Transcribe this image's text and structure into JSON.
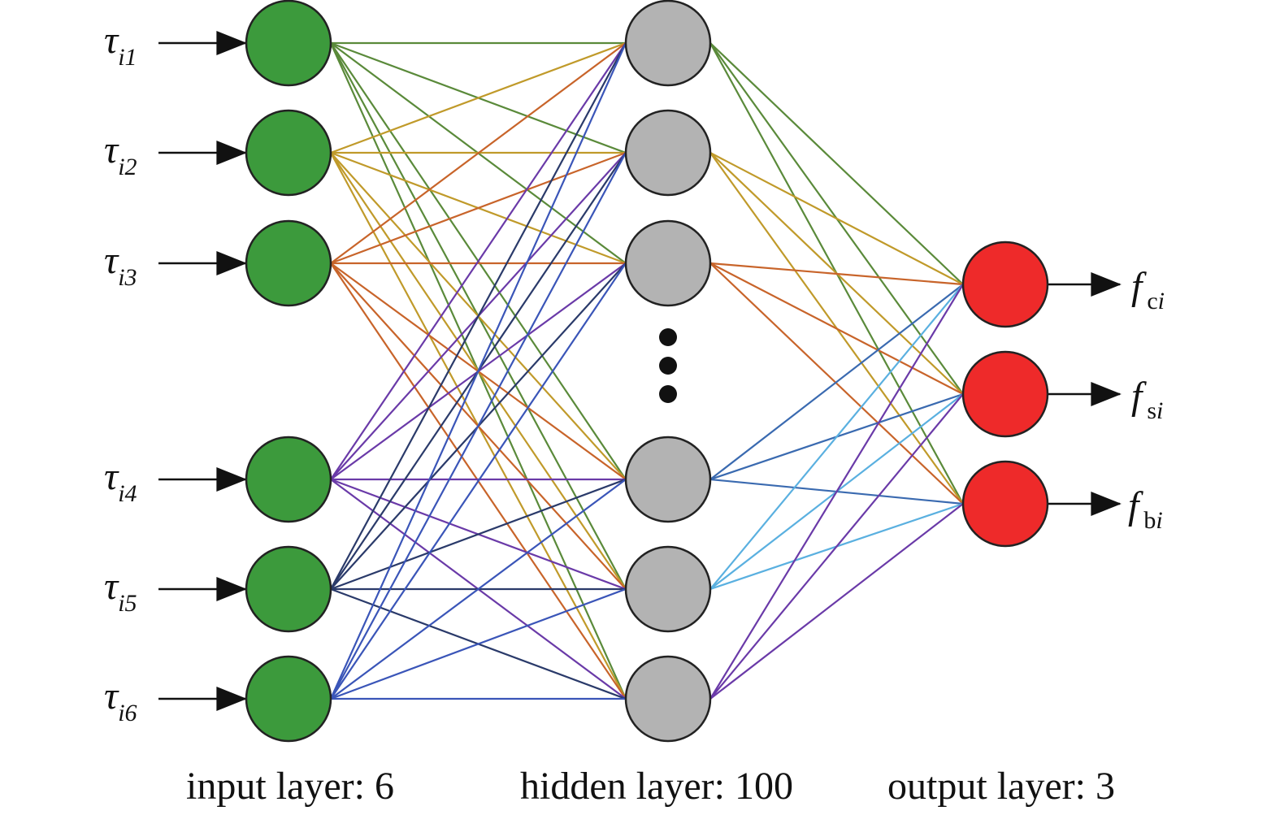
{
  "colors": {
    "input_node": "#3c9a3c",
    "hidden_node": "#b3b3b3",
    "output_node": "#ee2a2a",
    "node_stroke": "#222222",
    "edges_input": [
      "#5a8a3a",
      "#c09a2a",
      "#c8642a",
      "#6a3aa8",
      "#2a3a6a",
      "#3a55b8"
    ],
    "edges_hidden": [
      "#5a8a3a",
      "#c09a2a",
      "#c8642a",
      "#3a6ab0",
      "#5ab0e0",
      "#6a3aa8"
    ]
  },
  "diagram": {
    "inputs": [
      {
        "symbol": "τ",
        "sub": "i1"
      },
      {
        "symbol": "τ",
        "sub": "i2"
      },
      {
        "symbol": "τ",
        "sub": "i3"
      },
      {
        "symbol": "τ",
        "sub": "i4"
      },
      {
        "symbol": "τ",
        "sub": "i5"
      },
      {
        "symbol": "τ",
        "sub": "i6"
      }
    ],
    "outputs": [
      {
        "symbol": "f",
        "sub_a": "c",
        "sub_b": "i"
      },
      {
        "symbol": "f",
        "sub_a": "s",
        "sub_b": "i"
      },
      {
        "symbol": "f",
        "sub_a": "b",
        "sub_b": "i"
      }
    ],
    "captions": {
      "input": "input layer: 6",
      "hidden": "hidden layer: 100",
      "output": "output layer: 3"
    }
  }
}
